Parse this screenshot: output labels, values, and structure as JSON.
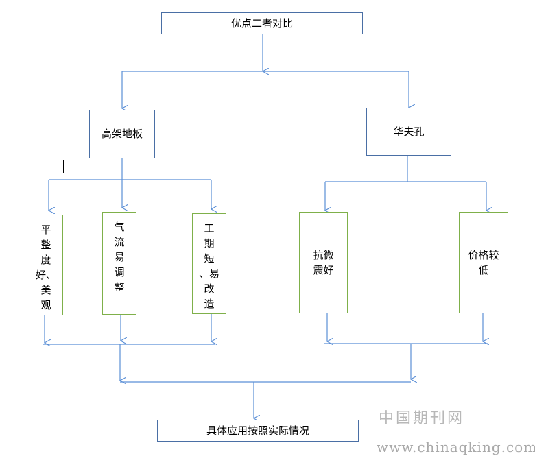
{
  "root": "优点二者对比",
  "left_branch": {
    "title": "高架地板",
    "items": [
      "平整度好、美观",
      "气流易调整",
      "工期短、易改造"
    ]
  },
  "right_branch": {
    "title": "华夫孔",
    "items": [
      "抗微震好",
      "价格较低"
    ]
  },
  "conclusion": "具体应用按照实际情况",
  "watermark": {
    "line1": "中国期刊网",
    "line2": "www.chinaqking.com"
  },
  "colors": {
    "connector": "#5b8fd6",
    "box_border_blue": "#4a6fa5",
    "box_border_green": "#7fb04a",
    "watermark": "#b8b8b8"
  }
}
